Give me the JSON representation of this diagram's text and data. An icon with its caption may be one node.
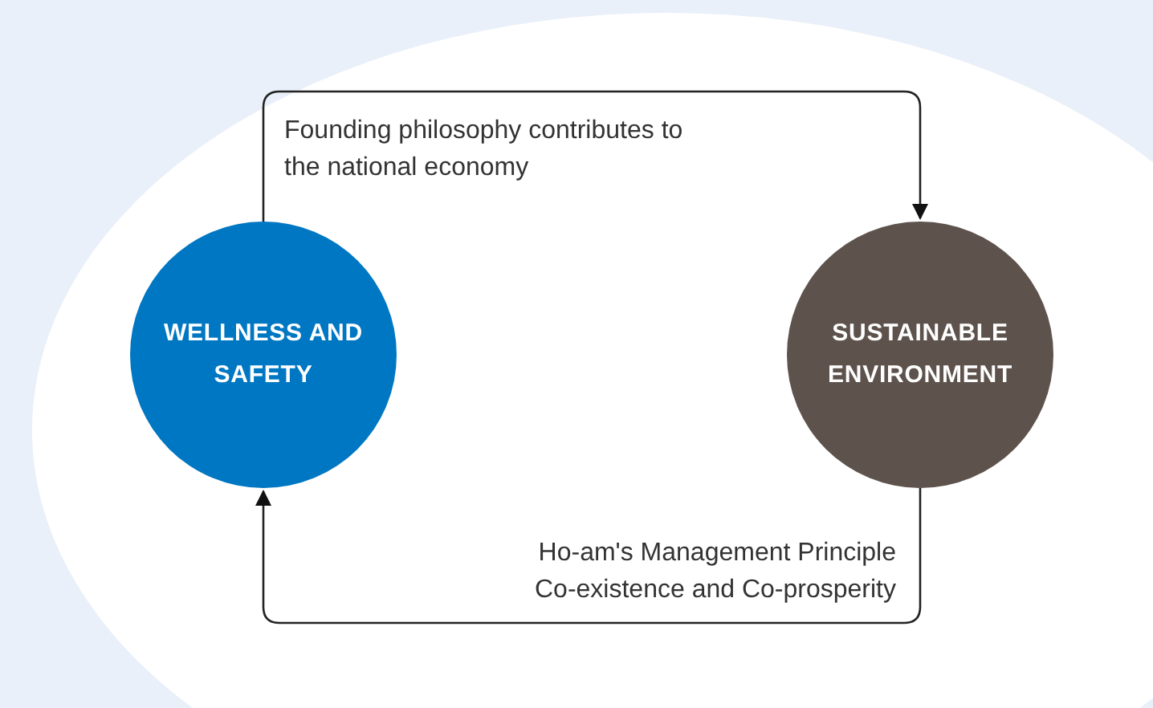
{
  "diagram": {
    "nodes": [
      {
        "text": [
          "WELLNESS AND SAFETY"
        ]
      },
      {
        "text": [
          "SUSTAINABLE ENVIRONMENT"
        ]
      }
    ],
    "edges": [
      {
        "from": 0,
        "to": 1,
        "arrow": "to",
        "label": "Founding philosophy contributes to the national economy"
      },
      {
        "from": 1,
        "to": 0,
        "arrow": "to",
        "label": "Ho-am's Management Principle Co-existence and Co-prosperity"
      }
    ]
  }
}
